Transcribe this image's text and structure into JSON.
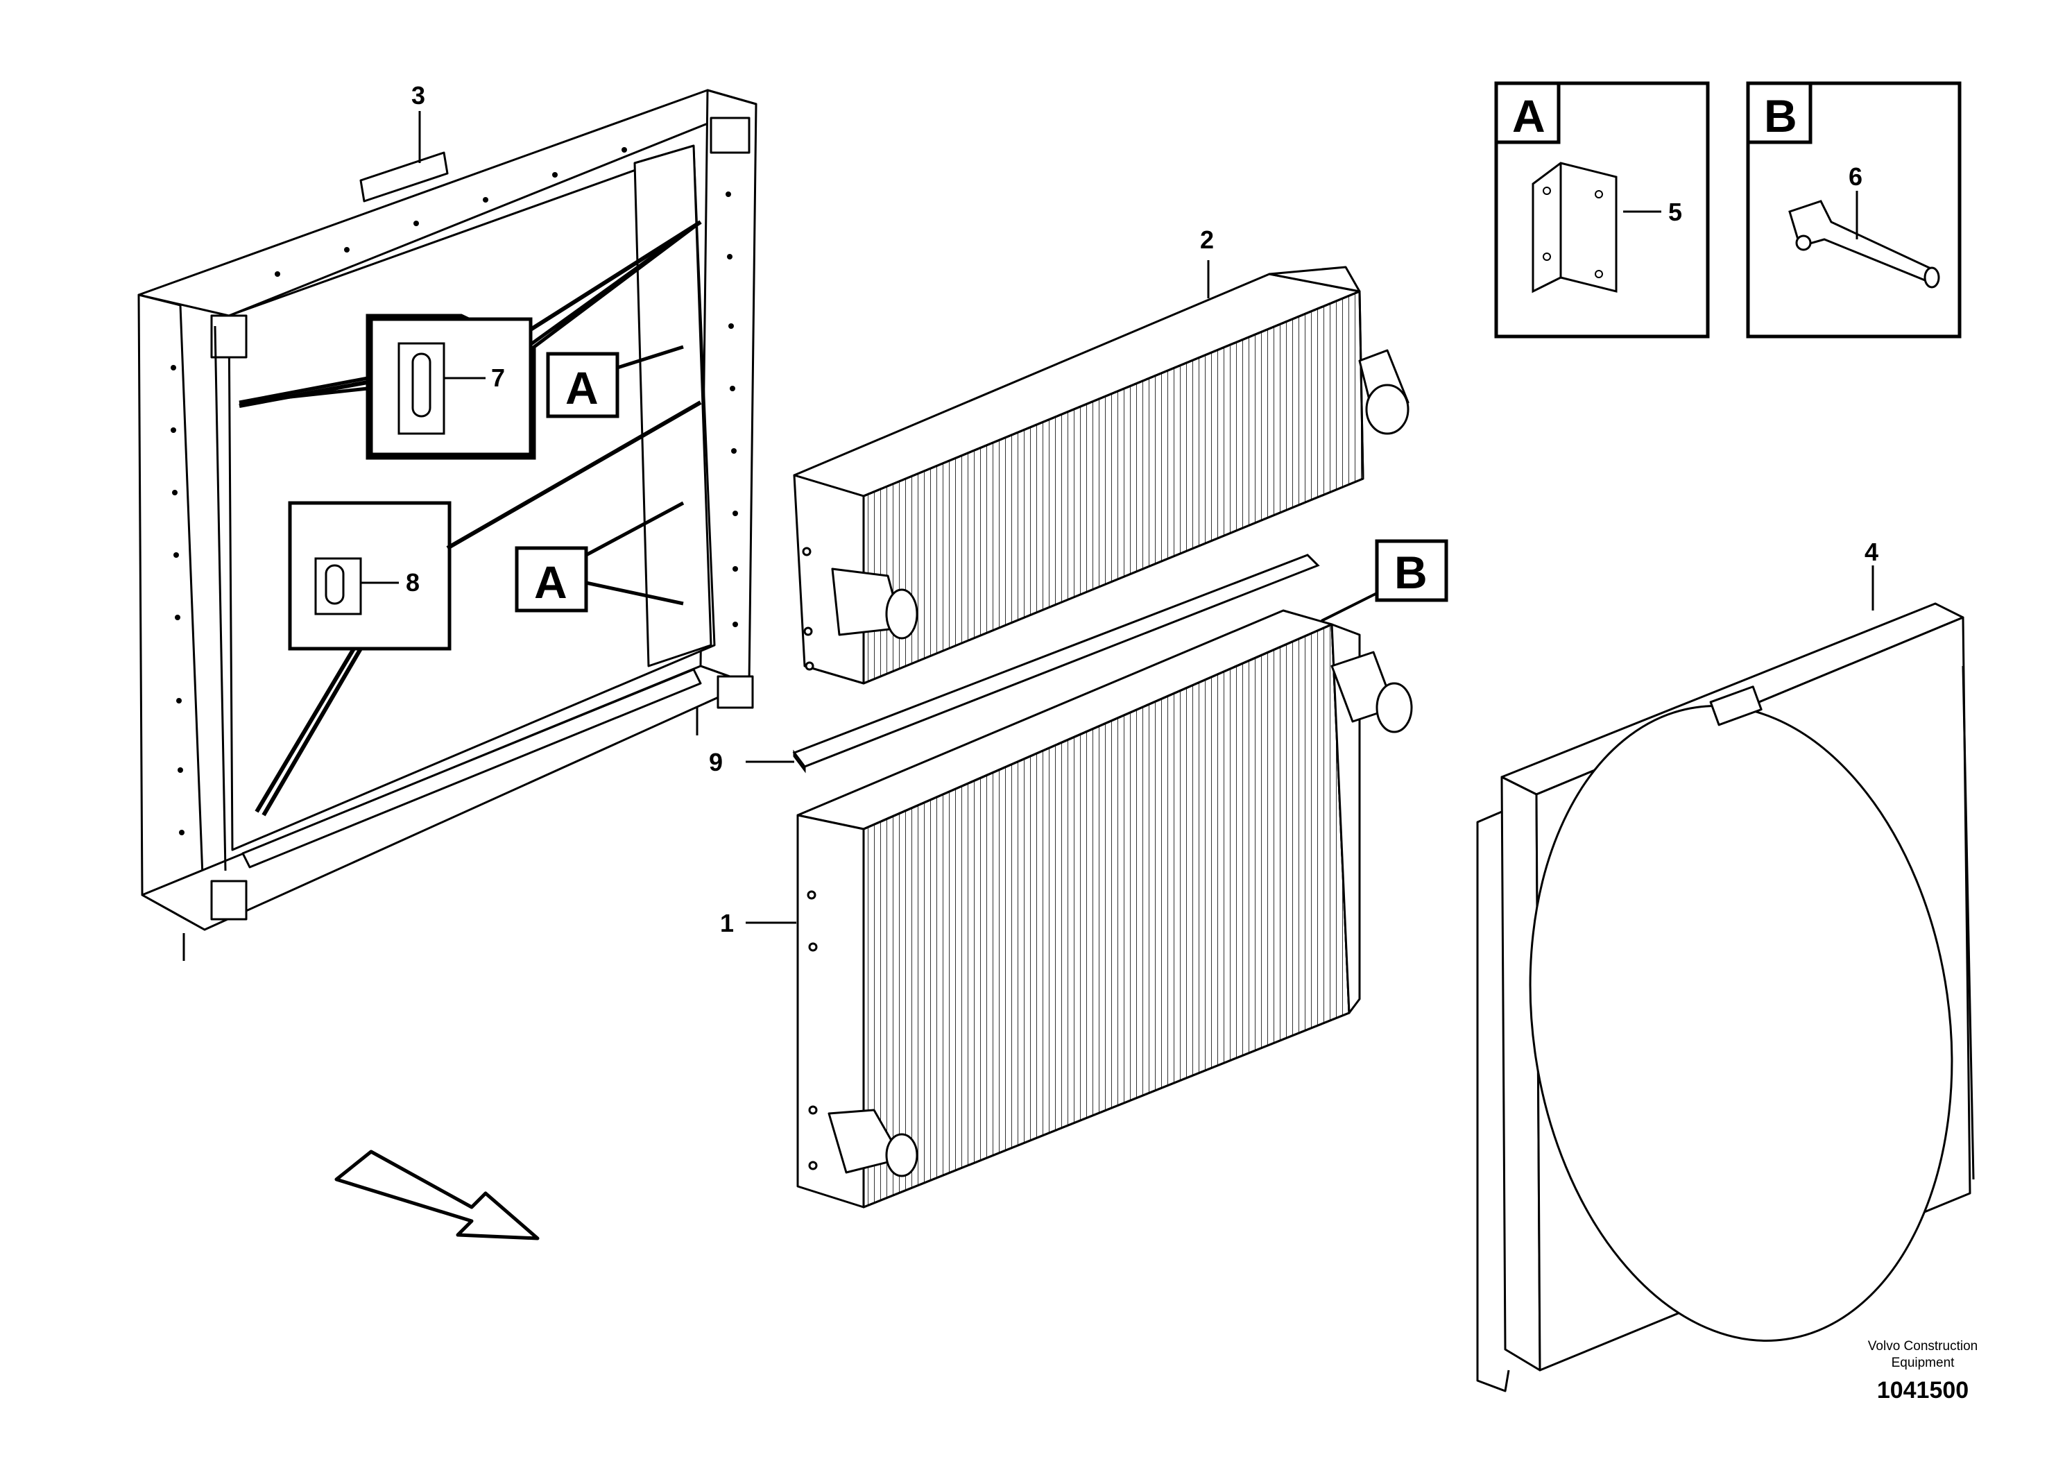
{
  "callouts": {
    "c1": "1",
    "c2": "2",
    "c3": "3",
    "c4": "4",
    "c5": "5",
    "c6": "6",
    "c7": "7",
    "c8": "8",
    "c9": "9"
  },
  "view_labels": {
    "a1": "A",
    "a2": "A",
    "b1": "B",
    "detail_a": "A",
    "detail_b": "B"
  },
  "footer": {
    "company_line1": "Volvo Construction",
    "company_line2": "Equipment",
    "part_number": "1041500"
  }
}
